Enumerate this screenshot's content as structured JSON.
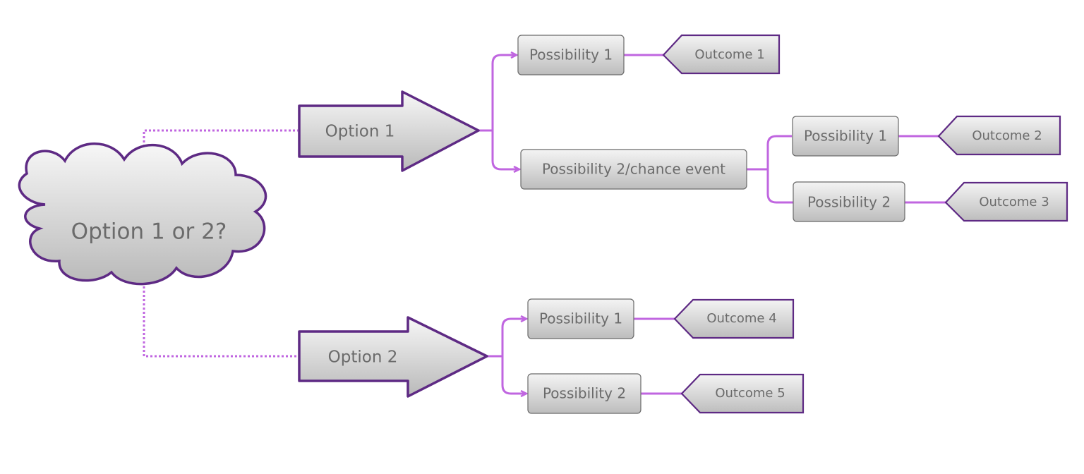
{
  "diagram": {
    "decision": "Option 1 or 2?",
    "option1": {
      "label": "Option 1",
      "possibility1": {
        "label": "Possibility 1",
        "outcome": "Outcome 1"
      },
      "possibility2": {
        "label": "Possibility 2/chance event",
        "possibility1": {
          "label": "Possibility 1",
          "outcome": "Outcome 2"
        },
        "possibility2": {
          "label": "Possibility 2",
          "outcome": "Outcome 3"
        }
      }
    },
    "option2": {
      "label": "Option 2",
      "possibility1": {
        "label": "Possibility 1",
        "outcome": "Outcome 4"
      },
      "possibility2": {
        "label": "Possibility 2",
        "outcome": "Outcome 5"
      }
    }
  },
  "colors": {
    "outline": "#5e2a84",
    "connector": "#c066e0",
    "fill_light": "#f7f7f7",
    "fill_dark": "#b9b9b9",
    "text": "#6b6b6b"
  }
}
